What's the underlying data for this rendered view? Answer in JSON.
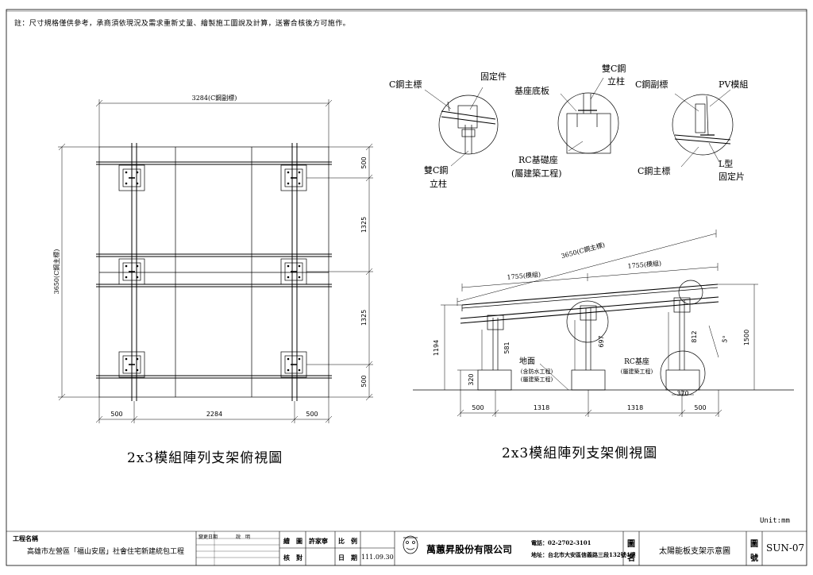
{
  "note": "註：尺寸規格僅供參考，承商須依現況及需求重新丈量、繪製施工圖說及計算，送審合核後方可施作。",
  "top_view": {
    "title": "2x3模組陣列支架俯視圖",
    "dim_top": "3284(C鋼副標)",
    "dim_left": "3650(C鋼主標)",
    "dim_right": [
      "500",
      "1325",
      "1325",
      "500"
    ],
    "dim_bottom": [
      "500",
      "2284",
      "500"
    ]
  },
  "details": {
    "d1": {
      "c_main": "C鋼主標",
      "fixing": "固定件",
      "dual_col_1": "雙C鋼",
      "dual_col_2": "立柱"
    },
    "d2": {
      "base_plate": "基座底板",
      "dual_col_1": "雙C鋼",
      "dual_col_2": "立柱",
      "rc_1": "RC基礎座",
      "rc_2": "(屬建築工程)"
    },
    "d3": {
      "c_sub": "C鋼副標",
      "pv": "PV模組",
      "c_main": "C鋼主標",
      "l_1": "L型",
      "l_2": "固定片"
    }
  },
  "side_view": {
    "title": "2x3模組陣列支架側視圖",
    "dim_top": "3650(C鋼主標)",
    "dim_module": "1755(模組)",
    "dim_h_left": "1194",
    "dim_h_right": "1500",
    "dim_col": [
      "581",
      "697",
      "812"
    ],
    "dim_base_h": "320",
    "dim_base_w": "370",
    "angle": "5°",
    "ground_1": "地面",
    "ground_2": "(含防水工程)",
    "ground_3": "(屬建築工程)",
    "rc_1": "RC基座",
    "rc_2": "(屬建築工程)",
    "dim_bottom": [
      "500",
      "1318",
      "1318",
      "500"
    ]
  },
  "unit": "Unit:mm",
  "title_block": {
    "project_label": "工程名稱",
    "project_name": "高雄市左營區「福山安居」社會住宅新建統包工程",
    "rev_label": "變更日期",
    "desc_label": "說　明",
    "drawn_label": "繪　圖",
    "drawn_by": "許家寧",
    "scale_label": "比　例",
    "check_label": "核　對",
    "date_label": "日　期",
    "date": "111.09.30",
    "company": "萬蕙昇股份有限公司",
    "tel": "電話：02-2702-3101",
    "addr": "地址：台北市大安區信義路三段132號4樓",
    "drawing_name_label_1": "圖",
    "drawing_name_label_2": "名",
    "drawing_name": "太陽能板支架示意圖",
    "drawing_no_label_1": "圖",
    "drawing_no_label_2": "號",
    "drawing_no": "SUN-07"
  }
}
